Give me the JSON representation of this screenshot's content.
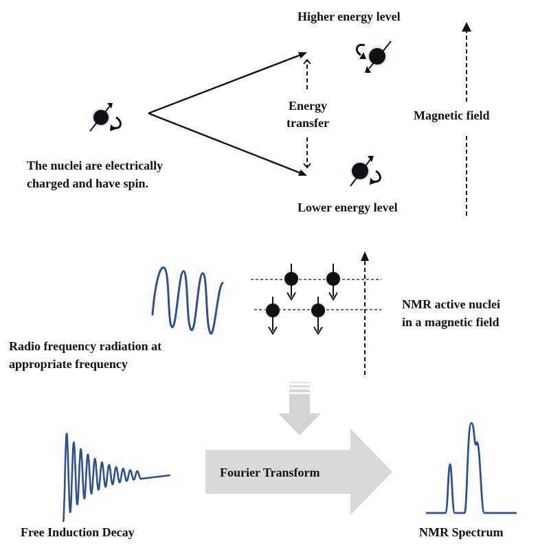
{
  "colors": {
    "text": "#111111",
    "wave": "#2f4f8f",
    "arrow_gray": "#d9d9d9",
    "nucleus": "#111111"
  },
  "labels": {
    "higher_energy": "Higher energy level",
    "lower_energy": "Lower energy level",
    "energy_transfer_line1": "Energy",
    "energy_transfer_line2": "transfer",
    "magnetic_field": "Magnetic field",
    "nuclei_line1": "The nuclei are electrically",
    "nuclei_line2": "charged and have spin.",
    "nmr_active_line1": "NMR active nuclei",
    "nmr_active_line2": "in a magnetic field",
    "radio_line1": "Radio frequency radiation at",
    "radio_line2": "appropriate frequency",
    "fourier": "Fourier Transform",
    "fid": "Free Induction Decay",
    "spectrum": "NMR Spectrum"
  },
  "icons": [
    "spinning-nucleus-icon",
    "nucleus-spin-down-icon",
    "dashed-arrow-icon"
  ]
}
